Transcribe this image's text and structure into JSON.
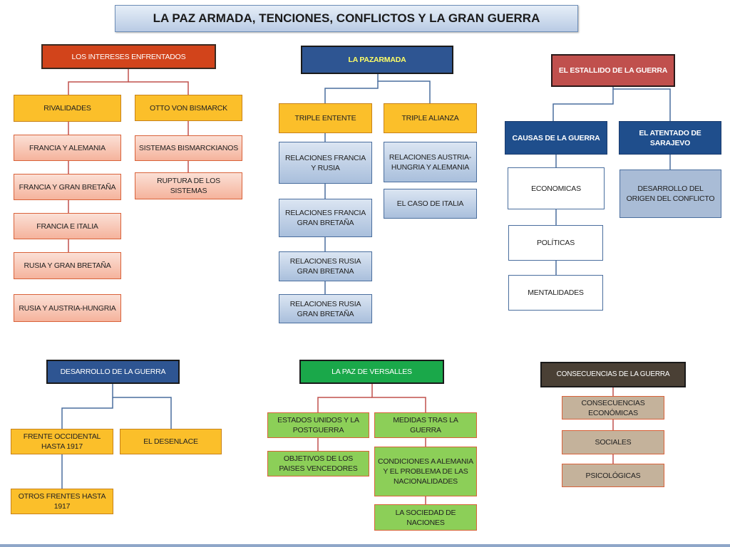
{
  "title": "LA PAZ ARMADA, TENCIONES, CONFLICTOS Y LA GRAN GUERRA",
  "colors": {
    "header_orange": "#d2441b",
    "header_navy": "#2e5592",
    "header_red": "#c0504d",
    "header_green": "#1aa84a",
    "header_brown": "#4a4035",
    "node_yellow": "#fbbf2a",
    "node_salmon": "#f5b39c",
    "node_lightblue": "#a9bfdc",
    "node_green": "#8ccf58",
    "node_tan": "#c4b29b",
    "connector_orange": "#c0504d",
    "connector_blue": "#4a6e9e"
  },
  "sections": {
    "intereses": {
      "header": "LOS INTERESES ENFRENTADOS",
      "rivalidades": "RIVALIDADES",
      "bismarck": "OTTO VON BISMARCK",
      "rivalidades_items": [
        "FRANCIA Y ALEMANIA",
        "FRANCIA Y GRAN BRETAÑA",
        "FRANCIA E ITALIA",
        "RUSIA Y GRAN BRETAÑA",
        "RUSIA Y AUSTRIA-HUNGRIA"
      ],
      "bismarck_items": [
        "SISTEMAS BISMARCKIANOS",
        "RUPTURA DE LOS SISTEMAS"
      ]
    },
    "paz_armada": {
      "header": "LA PAZARMADA",
      "entente": "TRIPLE ENTENTE",
      "alianza": "TRIPLE ALIANZA",
      "entente_items": [
        "RELACIONES FRANCIA Y RUSIA",
        "RELACIONES FRANCIA GRAN BRETAÑA",
        "RELACIONES RUSIA GRAN BRETANA",
        "RELACIONES RUSIA GRAN BRETAÑA"
      ],
      "alianza_items": [
        "RELACIONES AUSTRIA-HUNGRIA Y ALEMANIA",
        "EL CASO DE ITALIA"
      ]
    },
    "estallido": {
      "header": "EL ESTALLIDO DE LA GUERRA",
      "causas": "CAUSAS DE LA GUERRA",
      "atentado": "EL ATENTADO DE SARAJEVO",
      "causas_items": [
        "ECONOMICAS",
        "POLÍTICAS",
        "MENTALIDADES"
      ],
      "atentado_items": [
        "DESARROLLO DEL ORIGEN DEL CONFLICTO"
      ]
    },
    "desarrollo": {
      "header": "DESARROLLO DE LA GUERRA",
      "frente": "FRENTE OCCIDENTAL HASTA 1917",
      "desenlace": "EL DESENLACE",
      "otros": "OTROS FRENTES HASTA 1917"
    },
    "versalles": {
      "header": "LA PAZ DE VERSALLES",
      "eeuu": "ESTADOS UNIDOS Y LA POSTGUERRA",
      "medidas": "MEDIDAS TRAS LA GUERRA",
      "objetivos": "OBJETIVOS DE LOS PAISES VENCEDORES",
      "condiciones": "CONDICIONES A ALEMANIA Y EL PROBLEMA DE LAS NACIONALIDADES",
      "sociedad": "LA SOCIEDAD DE NACIONES"
    },
    "consecuencias": {
      "header": "CONSECUENCIAS DE LA GUERRA",
      "items": [
        "CONSECUENCIAS ECONÓMICAS",
        "SOCIALES",
        "PSICOLÓGICAS"
      ]
    }
  }
}
